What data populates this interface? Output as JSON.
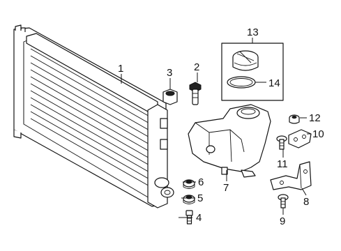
{
  "callouts": {
    "c1": "1",
    "c2": "2",
    "c3": "3",
    "c4": "4",
    "c5": "5",
    "c6": "6",
    "c7": "7",
    "c8": "8",
    "c9": "9",
    "c10": "10",
    "c11": "11",
    "c12": "12",
    "c13": "13",
    "c14": "14"
  },
  "parts": [
    {
      "callout": "1",
      "icon": "radiator-icon"
    },
    {
      "callout": "2",
      "icon": "drain-plug-icon"
    },
    {
      "callout": "3",
      "icon": "rubber-mount-icon"
    },
    {
      "callout": "4",
      "icon": "bolt-icon"
    },
    {
      "callout": "5",
      "icon": "grommet-icon"
    },
    {
      "callout": "6",
      "icon": "grommet-icon"
    },
    {
      "callout": "7",
      "icon": "coolant-reservoir-icon"
    },
    {
      "callout": "8",
      "icon": "bracket-icon"
    },
    {
      "callout": "9",
      "icon": "bolt-icon"
    },
    {
      "callout": "10",
      "icon": "bracket-icon"
    },
    {
      "callout": "11",
      "icon": "bolt-icon"
    },
    {
      "callout": "12",
      "icon": "nut-icon"
    },
    {
      "callout": "13",
      "icon": "reservoir-cap-icon"
    },
    {
      "callout": "14",
      "icon": "o-ring-icon"
    }
  ]
}
